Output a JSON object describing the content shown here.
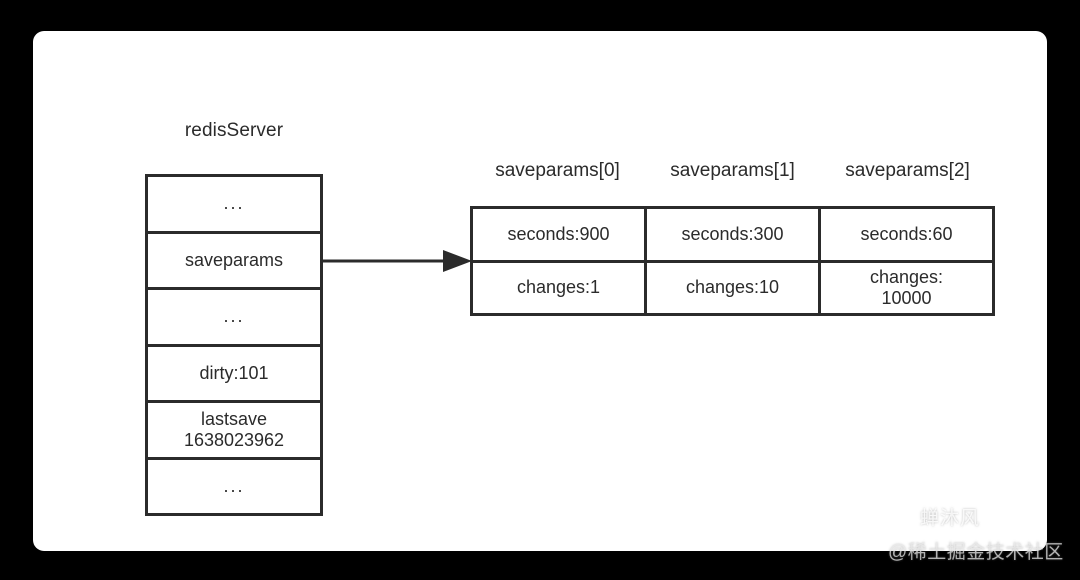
{
  "canvas": {
    "background_color": "#000000",
    "card_background": "#ffffff",
    "stroke_color": "#2b2b2b",
    "text_color": "#2b2b2b"
  },
  "diagram": {
    "type": "struct-pointer-diagram",
    "struct": {
      "title": "redisServer",
      "fields": [
        {
          "label": "...",
          "kind": "ellipsis"
        },
        {
          "label": "saveparams",
          "kind": "pointer-field"
        },
        {
          "label": "...",
          "kind": "ellipsis"
        },
        {
          "label": "dirty:101",
          "kind": "value"
        },
        {
          "label": "lastsave\n1638023962",
          "kind": "value"
        },
        {
          "label": "...",
          "kind": "ellipsis"
        }
      ]
    },
    "array": {
      "headers": [
        "saveparams[0]",
        "saveparams[1]",
        "saveparams[2]"
      ],
      "rows": [
        [
          "seconds:900",
          "seconds:300",
          "seconds:60"
        ],
        [
          "changes:1",
          "changes:10",
          "changes:\n10000"
        ]
      ]
    },
    "connector": {
      "name": "saveparams-pointer-arrow",
      "from": "saveparams",
      "to": "saveparams[0]",
      "style": "solid-line-with-filled-arrowhead"
    }
  },
  "watermark": {
    "icon": "wechat-icon",
    "account_name": "蝉沐风",
    "community": "@稀土掘金技术社区"
  }
}
